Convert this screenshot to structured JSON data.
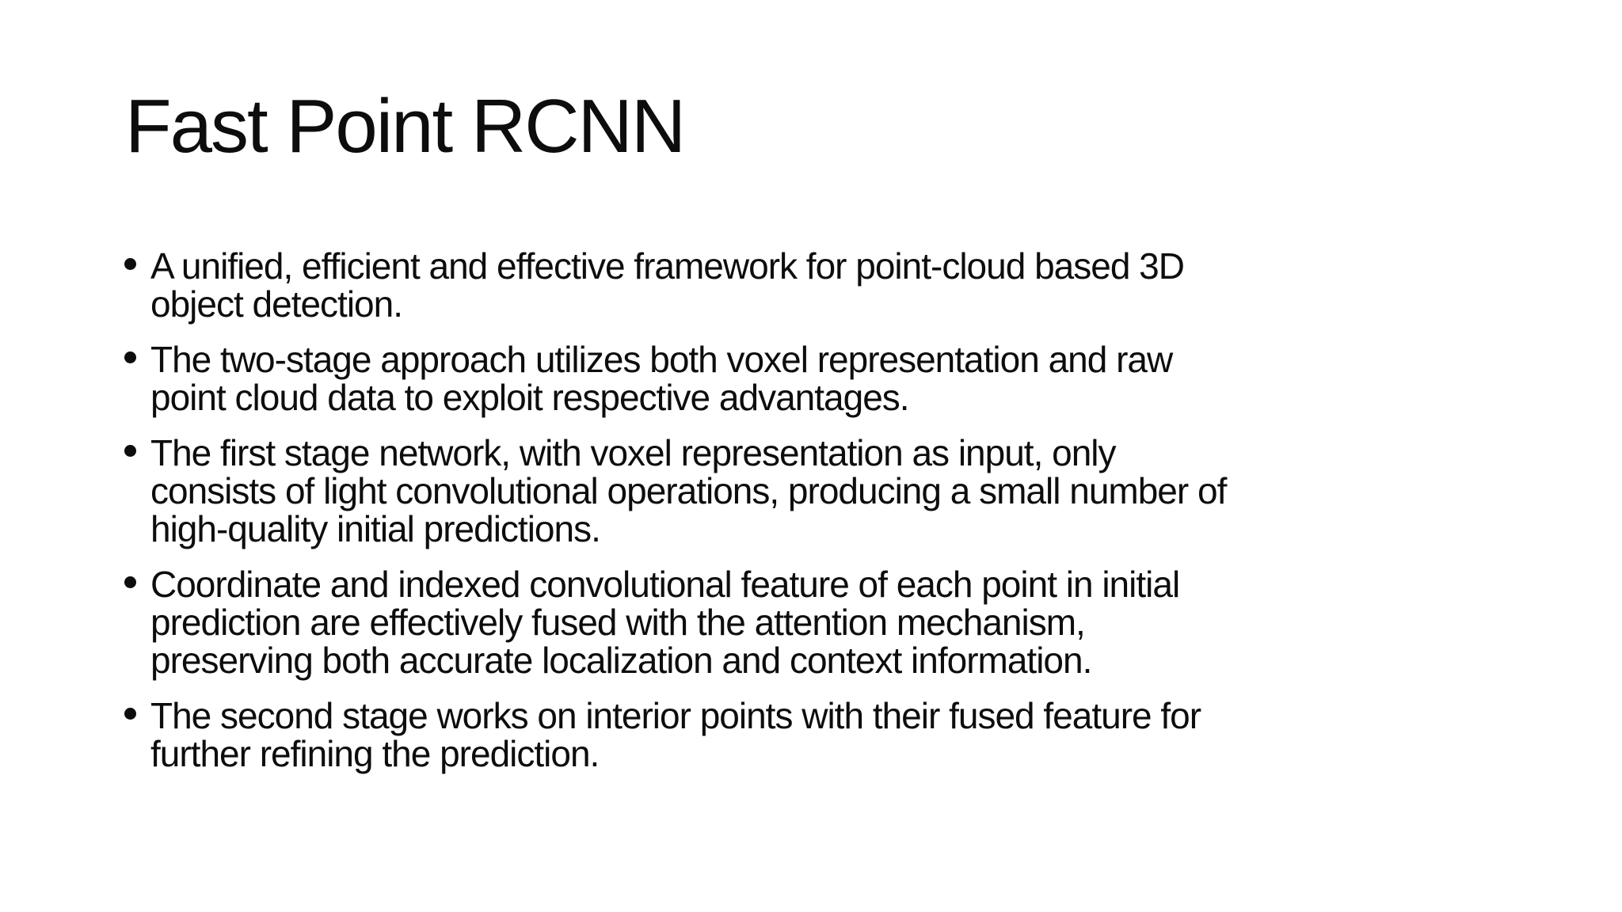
{
  "slide": {
    "title": "Fast Point RCNN",
    "colors": {
      "background": "#ffffff",
      "text": "#0d0d0d"
    },
    "bullets": [
      {
        "lines": [
          "A unified, efficient and effective framework for point-cloud based 3D",
          "object detection."
        ]
      },
      {
        "lines": [
          "The two-stage approach utilizes both voxel representation and raw",
          "point cloud data to exploit respective advantages."
        ]
      },
      {
        "lines": [
          "The first stage network, with voxel representation as input, only",
          "consists of light convolutional operations, producing a small number of",
          "high-quality initial predictions."
        ]
      },
      {
        "lines": [
          "Coordinate and indexed convolutional feature of each point in initial",
          "prediction are effectively fused with the attention mechanism,",
          "preserving both accurate localization and context information."
        ]
      },
      {
        "lines": [
          "The second stage works on interior points with their fused feature for",
          "further refining the prediction."
        ]
      }
    ]
  }
}
